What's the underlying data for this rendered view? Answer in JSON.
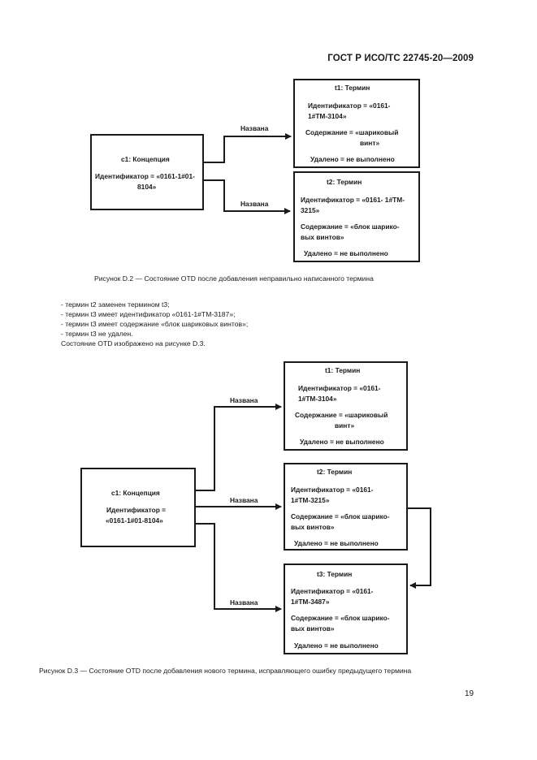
{
  "header": {
    "code": "ГОСТ Р ИСО/ТС 22745-20—2009"
  },
  "figure_d2": {
    "concept": {
      "title": "c1: Концепция",
      "line1": "Идентификатор = «0161-1#01-",
      "line2": "8104»"
    },
    "term1": {
      "title": "t1: Термин",
      "id1": "Идентификатор = «0161-",
      "id2": "1#ТМ-3104»",
      "content1": "Содержание = «шариковый",
      "content2": "винт»",
      "deleted": "Удалено = не выполнено"
    },
    "term2": {
      "title": "t2: Термин",
      "id1": "Идентификатор = «0161- 1#ТМ-",
      "id2": "3215»",
      "content1": "Содержание = «блок шарико-",
      "content2": "вых винтов»",
      "deleted": "Удалено = не выполнено"
    },
    "link1": "Названа",
    "link2": "Названа",
    "caption": "Рисунок  D.2 — Состояние OTD после добавления неправильно написанного термина"
  },
  "body": {
    "items": [
      "- термин t2 заменен термином t3;",
      "- термин t3 имеет идентификатор «0161-1#ТМ-3187»;",
      "- термин t3 имеет содержание «блок шариковых винтов»;",
      "- термин t3 не удален."
    ],
    "summary": "Состояние OTD изображено на рисунке D.3."
  },
  "figure_d3": {
    "concept": {
      "title": "c1: Концепция",
      "line1": "Идентификатор =",
      "line2": "«0161-1#01-8104»"
    },
    "term1": {
      "title": "t1: Термин",
      "id1": "Идентификатор = «0161-",
      "id2": "1#ТМ-3104»",
      "content1": "Содержание = «шариковый",
      "content2": "винт»",
      "deleted": "Удалено = не выполнено"
    },
    "term2": {
      "title": "t2: Термин",
      "id1": "Идентификатор = «0161-",
      "id2": "1#ТМ-3215»",
      "content1": "Содержание = «блок шарико-",
      "content2": "вых винтов»",
      "deleted": "Удалено = не выполнено"
    },
    "term3": {
      "title": "t3: Термин",
      "id1": "Идентификатор = «0161-",
      "id2": "1#ТМ-3487»",
      "content1": "Содержание = «блок шарико-",
      "content2": "вых винтов»",
      "deleted": "Удалено = не выполнено"
    },
    "link1": "Названа",
    "link2": "Названа",
    "link3": "Названа",
    "caption": "Рисунок  D.3 — Состояние OTD после добавления нового термина, исправляющего ошибку предыдущего термина"
  },
  "footer": {
    "page_number": "19"
  }
}
